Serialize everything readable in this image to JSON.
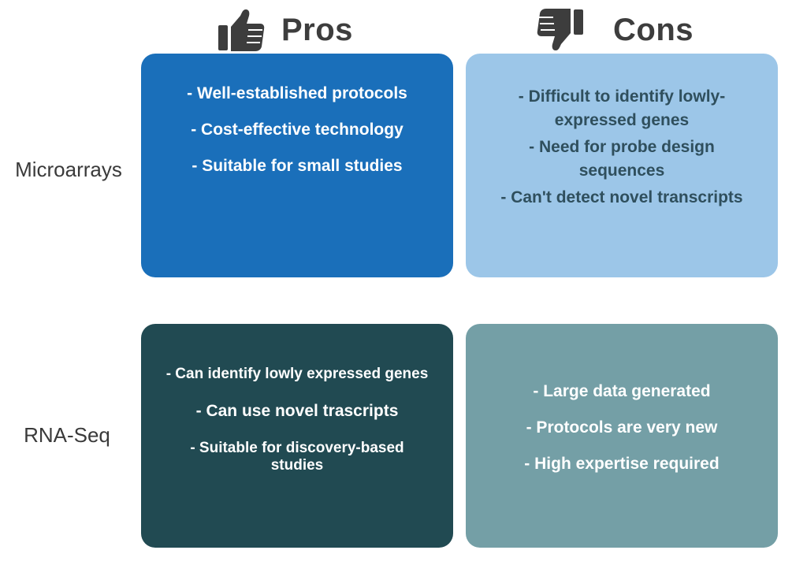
{
  "headers": {
    "pros": {
      "label": "Pros",
      "icon": "thumbs-up-icon"
    },
    "cons": {
      "label": "Cons",
      "icon": "thumbs-down-icon"
    }
  },
  "rows": [
    {
      "label": "Microarrays",
      "pros": [
        "- Well-established protocols",
        "- Cost-effective technology",
        "- Suitable for small studies"
      ],
      "cons": [
        "- Difficult to identify lowly-expressed genes",
        "- Need for probe design sequences",
        "- Can't detect novel transcripts"
      ]
    },
    {
      "label": "RNA-Seq",
      "pros": [
        "- Can identify lowly expressed genes",
        "- Can use novel trascripts",
        "- Suitable for discovery-based studies"
      ],
      "cons": [
        "- Large data generated",
        "- Protocols are very new",
        "- High expertise required"
      ]
    }
  ],
  "colors": {
    "microarrays_pros": "#1a6fba",
    "microarrays_cons": "#9cc6e8",
    "rnaseq_pros": "#214a52",
    "rnaseq_cons": "#749fa6",
    "heading_text": "#3d3d3d"
  }
}
